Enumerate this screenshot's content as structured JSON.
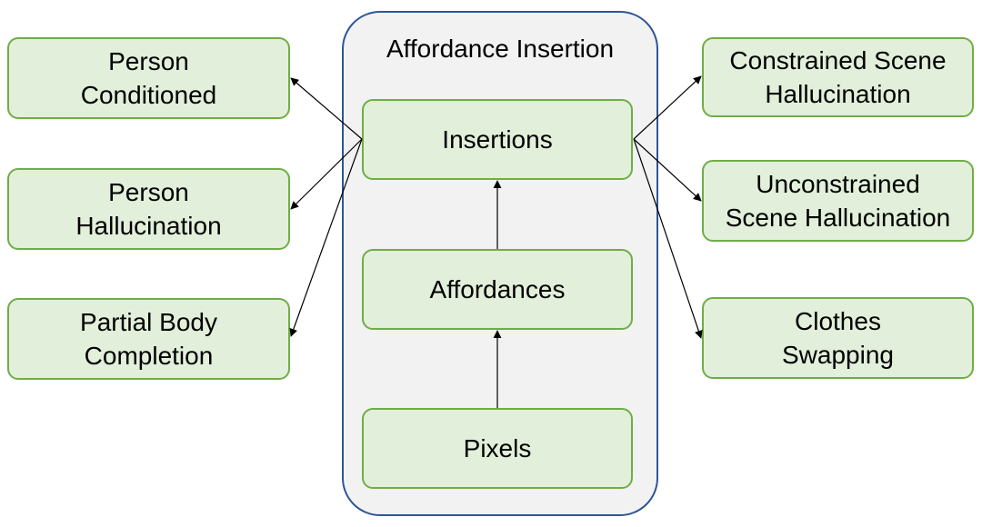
{
  "group": {
    "title": "Affordance Insertion"
  },
  "center_nodes": {
    "insertions": "Insertions",
    "affordances": "Affordances",
    "pixels": "Pixels"
  },
  "left_nodes": {
    "person_conditioned": "Person\nConditioned",
    "person_hallucination": "Person\nHallucination",
    "partial_body_completion": "Partial Body\nCompletion"
  },
  "right_nodes": {
    "constrained_scene_hallucination": "Constrained Scene\nHallucination",
    "unconstrained_scene_hallucination": "Unconstrained\nScene Hallucination",
    "clothes_swapping": "Clothes\nSwapping"
  },
  "colors": {
    "node_fill": "#e2efda",
    "node_border": "#70ad47",
    "group_fill": "#f2f2f2",
    "group_border": "#2f5597",
    "arrow": "#000000"
  }
}
